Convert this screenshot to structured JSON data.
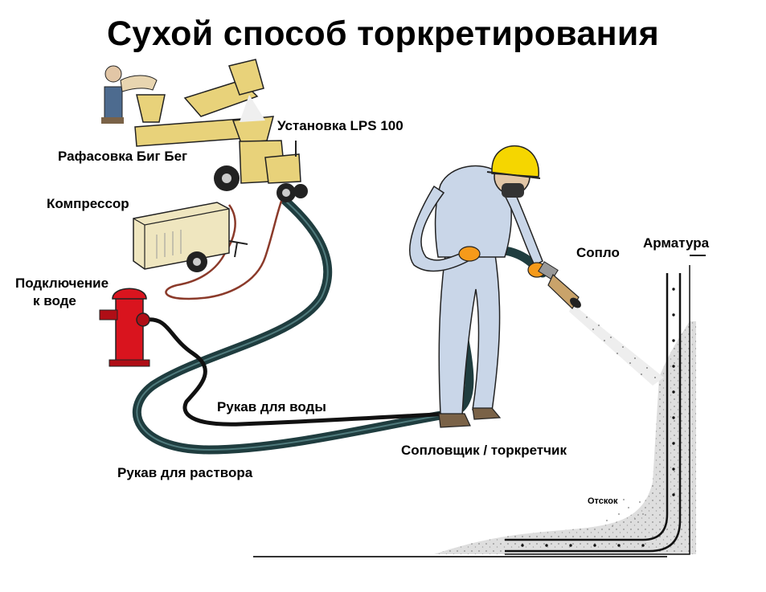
{
  "title": "Сухой способ торкретирования",
  "labels": {
    "bigbag": "Рафасовка Биг Бег",
    "machine": "Установка LPS 100",
    "compressor": "Компрессор",
    "water_connection_1": "Подключение",
    "water_connection_2": "к воде",
    "water_hose": "Рукав для воды",
    "material_hose": "Рукав для раствора",
    "nozzleman": "Сопловщик / торкретчик",
    "nozzle": "Сопло",
    "rebar": "Арматура",
    "rebound": "Отскок"
  },
  "colors": {
    "machine": "#e8d27a",
    "hydrant": "#d9141e",
    "helmet": "#f5d600",
    "gloves": "#f59a1a",
    "suit": "#c9d6e8",
    "material_hose": "#1f3d3f",
    "water_hose": "#111111",
    "air_hose": "#8b3a2a",
    "concrete": "#d8d8d8"
  }
}
